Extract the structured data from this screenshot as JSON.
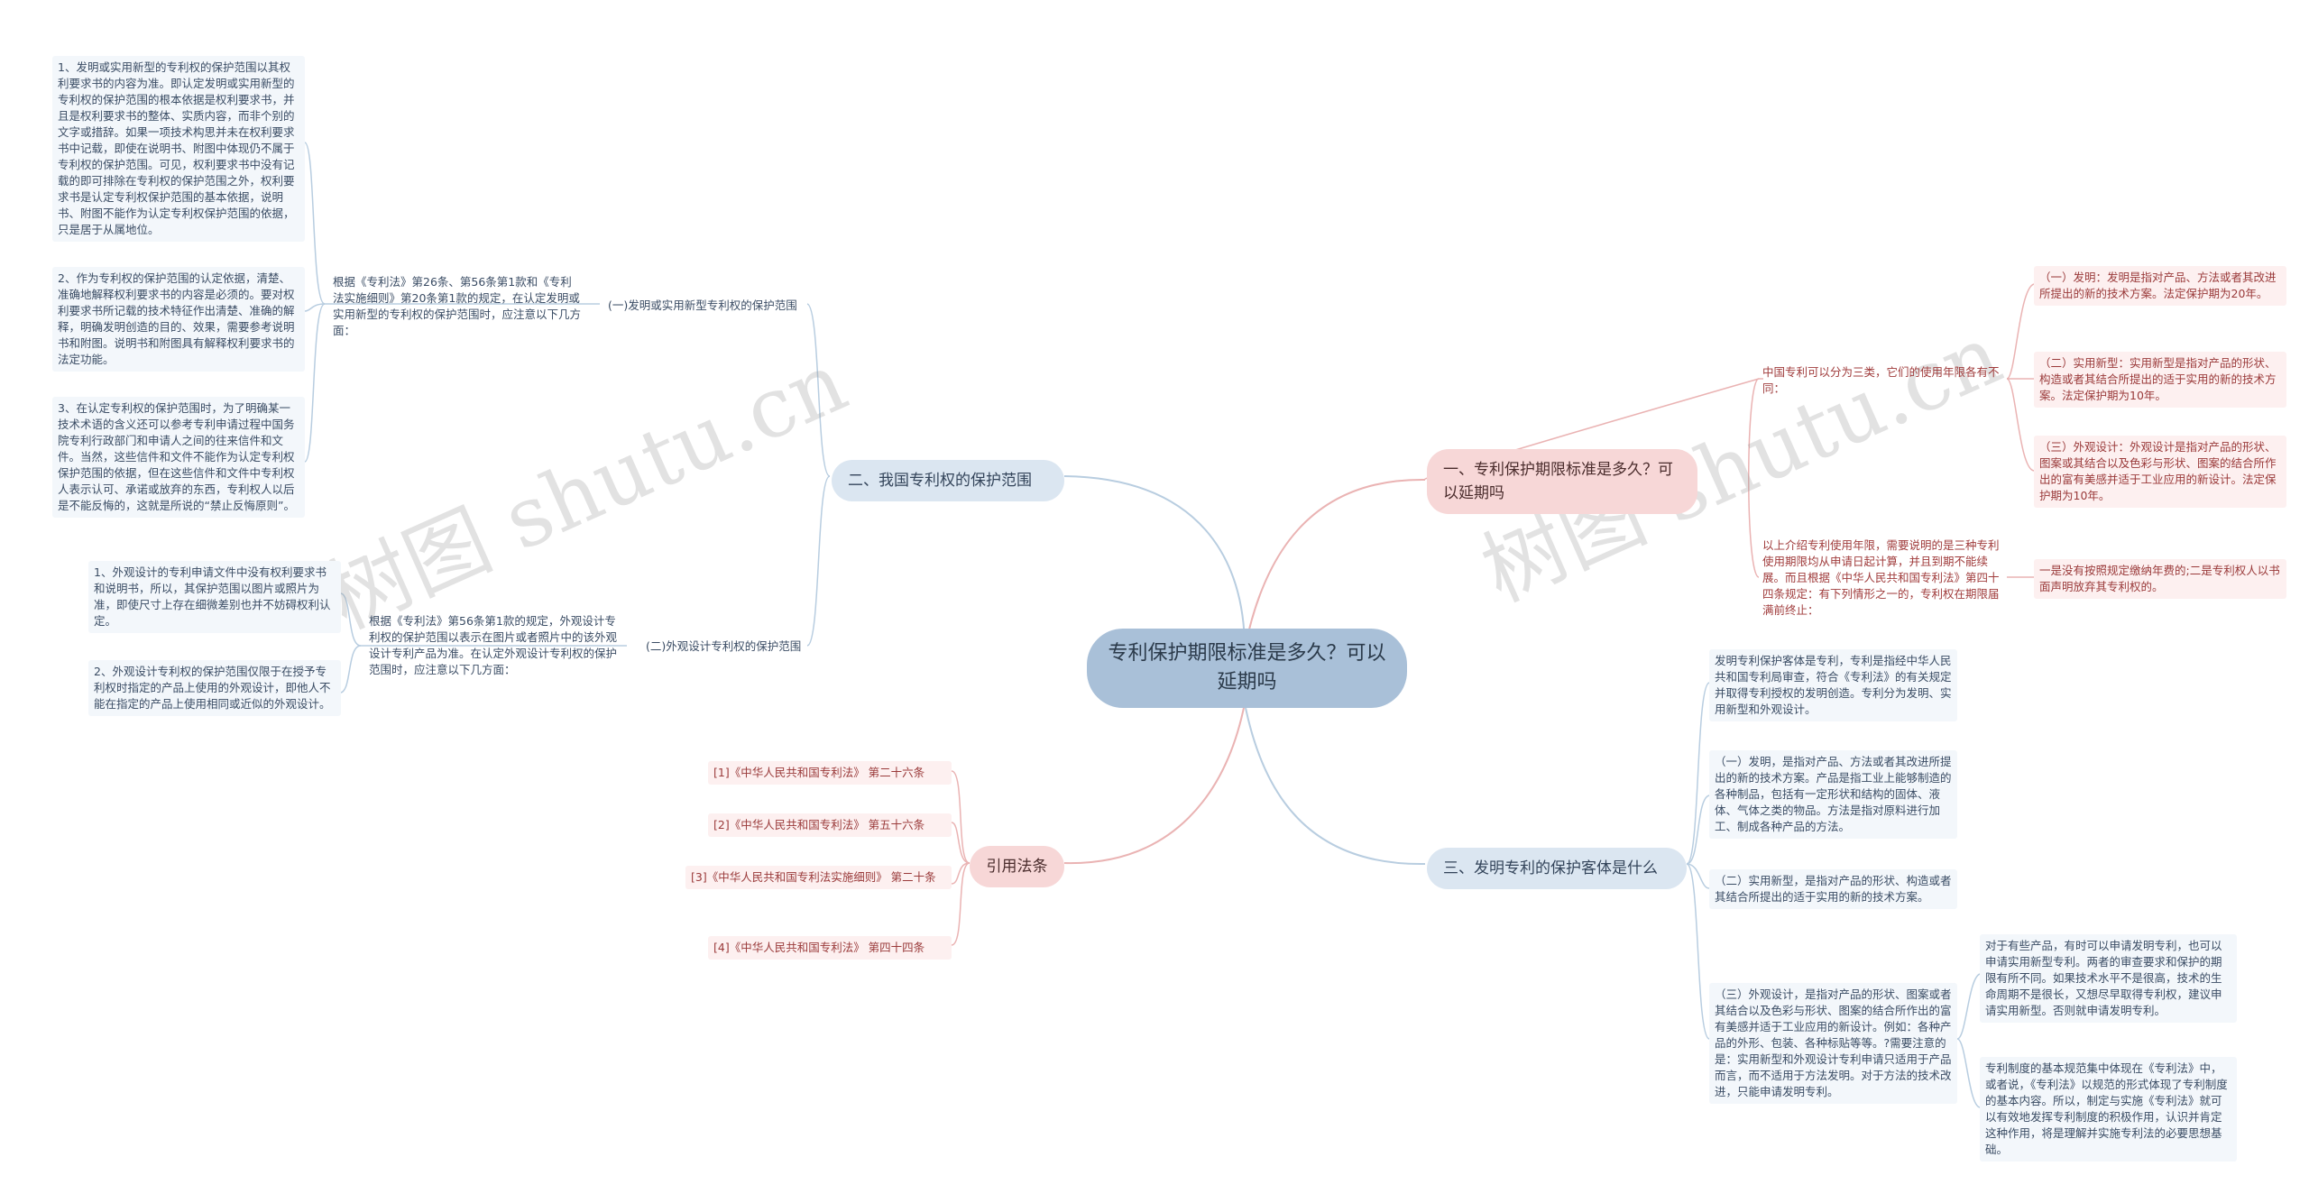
{
  "watermark": "树图 shutu.cn",
  "root": {
    "title": "专利保护期限标准是多久？可以延期吗"
  },
  "branch1": {
    "title": "一、专利保护期限标准是多久？可以延期吗",
    "intro": "中国专利可以分为三类，它们的使用年限各有不同：",
    "items": [
      "（一）发明：发明是指对产品、方法或者其改进所提出的新的技术方案。法定保护期为20年。",
      "（二）实用新型：实用新型是指对产品的形状、构造或者其结合所提出的适于实用的新的技术方案。法定保护期为10年。",
      "（三）外观设计：外观设计是指对产品的形状、图案或其结合以及色彩与形状、图案的结合所作出的富有美感并适于工业应用的新设计。法定保护期为10年。"
    ],
    "note": "以上介绍专利使用年限，需要说明的是三种专利使用期限均从申请日起计算，并且到期不能续展。而且根据《中华人民共和国专利法》第四十四条规定：有下列情形之一的，专利权在期限届满前终止：",
    "note_item": "一是没有按照规定缴纳年费的;二是专利权人以书面声明放弃其专利权的。"
  },
  "branch2": {
    "title": "二、我国专利权的保护范围",
    "sub1": {
      "label": "(一)发明或实用新型专利权的保护范围",
      "desc": "根据《专利法》第26条、第56条第1款和《专利法实施细则》第20条第1款的规定，在认定发明或实用新型的专利权的保护范围时，应注意以下几方面：",
      "items": [
        "1、发明或实用新型的专利权的保护范围以其权利要求书的内容为准。即认定发明或实用新型的专利权的保护范围的根本依据是权利要求书，并且是权利要求书的整体、实质内容，而非个别的文字或措辞。如果一项技术构思并未在权利要求书中记载，即使在说明书、附图中体现仍不属于专利权的保护范围。可见，权利要求书中没有记载的即可排除在专利权的保护范围之外，权利要求书是认定专利权保护范围的基本依据，说明书、附图不能作为认定专利权保护范围的依据，只是居于从属地位。",
        "2、作为专利权的保护范围的认定依据，清楚、准确地解释权利要求书的内容是必须的。要对权利要求书所记载的技术特征作出清楚、准确的解释，明确发明创造的目的、效果，需要参考说明书和附图。说明书和附图具有解释权利要求书的法定功能。",
        "3、在认定专利权的保护范围时，为了明确某一技术术语的含义还可以参考专利申请过程中国务院专利行政部门和申请人之间的往来信件和文件。当然，这些信件和文件不能作为认定专利权保护范围的依据，但在这些信件和文件中专利权人表示认可、承诺或放弃的东西，专利权人以后是不能反悔的，这就是所说的“禁止反悔原则”。"
      ]
    },
    "sub2": {
      "label": "(二)外观设计专利权的保护范围",
      "desc": "根据《专利法》第56条第1款的规定，外观设计专利权的保护范围以表示在图片或者照片中的该外观设计专利产品为准。在认定外观设计专利权的保护范围时，应注意以下几方面：",
      "items": [
        "1、外观设计的专利申请文件中没有权利要求书和说明书，所以，其保护范围以图片或照片为准，即使尺寸上存在细微差别也并不妨碍权利认定。",
        "2、外观设计专利权的保护范围仅限于在授予专利权时指定的产品上使用的外观设计，即他人不能在指定的产品上使用相同或近似的外观设计。"
      ]
    }
  },
  "branch3": {
    "title": "三、发明专利的保护客体是什么",
    "items": [
      "发明专利保护客体是专利，专利是指经中华人民共和国专利局审查，符合《专利法》的有关规定并取得专利授权的发明创造。专利分为发明、实用新型和外观设计。",
      "（一）发明，是指对产品、方法或者其改进所提出的新的技术方案。产品是指工业上能够制造的各种制品，包括有一定形状和结构的固体、液体、气体之类的物品。方法是指对原料进行加工、制成各种产品的方法。",
      "（二）实用新型，是指对产品的形状、构造或者其结合所提出的适于实用的新的技术方案。",
      "（三）外观设计，是指对产品的形状、图案或者其结合以及色彩与形状、图案的结合所作出的富有美感并适于工业应用的新设计。例如：各种产品的外形、包装、各种标贴等等。?需要注意的是：实用新型和外观设计专利申请只适用于产品而言，而不适用于方法发明。对于方法的技术改进，只能申请发明专利。"
    ],
    "sub_items": [
      "对于有些产品，有时可以申请发明专利，也可以申请实用新型专利。两者的审查要求和保护的期限有所不同。如果技术水平不是很高，技术的生命周期不是很长，又想尽早取得专利权，建议申请实用新型。否则就申请发明专利。",
      "专利制度的基本规范集中体现在《专利法》中，或者说，《专利法》以规范的形式体现了专利制度的基本内容。所以，制定与实施《专利法》就可以有效地发挥专利制度的积极作用，认识并肯定这种作用，将是理解并实施专利法的必要思想基础。"
    ]
  },
  "branch4": {
    "title": "引用法条",
    "items": [
      "[1]《中华人民共和国专利法》 第二十六条",
      "[2]《中华人民共和国专利法》 第五十六条",
      "[3]《中华人民共和国专利法实施细则》 第二十条",
      "[4]《中华人民共和国专利法》 第四十四条"
    ]
  },
  "colors": {
    "blue_edge": "#b8cde0",
    "red_edge": "#eab3b3",
    "root_bg": "#a9c0d8"
  }
}
